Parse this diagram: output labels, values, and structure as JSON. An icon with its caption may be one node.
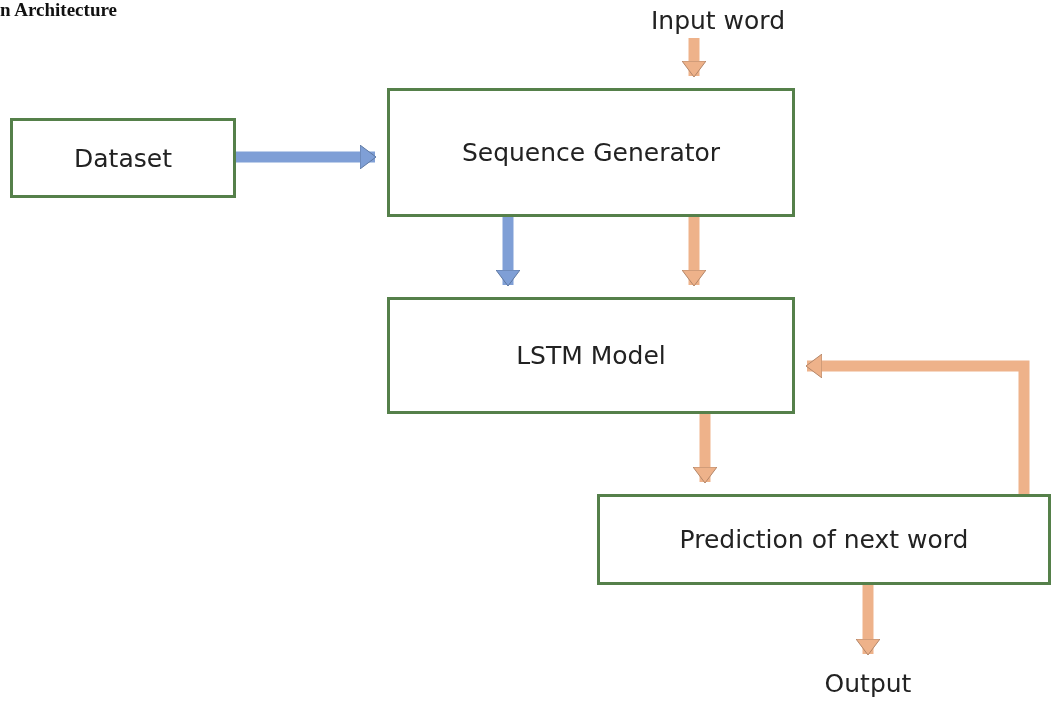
{
  "diagram": {
    "title": "n Architecture",
    "nodes": [
      {
        "text": [
          "Input word"
        ]
      },
      {
        "text": [
          "Dataset"
        ]
      },
      {
        "text": [
          "Sequence Generator"
        ]
      },
      {
        "text": [
          "LSTM Model"
        ]
      },
      {
        "text": [
          "Prediction of next word"
        ]
      },
      {
        "text": [
          "Output"
        ]
      }
    ],
    "edges": [
      {
        "from": 0,
        "to": 2,
        "arrow": "to"
      },
      {
        "from": 1,
        "to": 2,
        "arrow": "to",
        "color": "#7f9fd6"
      },
      {
        "from": 2,
        "to": 3,
        "arrow": "to",
        "color": "#7f9fd6"
      },
      {
        "from": 2,
        "to": 3,
        "arrow": "to"
      },
      {
        "from": 3,
        "to": 4,
        "arrow": "to"
      },
      {
        "from": 4,
        "to": 3,
        "arrow": "to"
      },
      {
        "from": 4,
        "to": 5,
        "arrow": "to"
      }
    ]
  }
}
